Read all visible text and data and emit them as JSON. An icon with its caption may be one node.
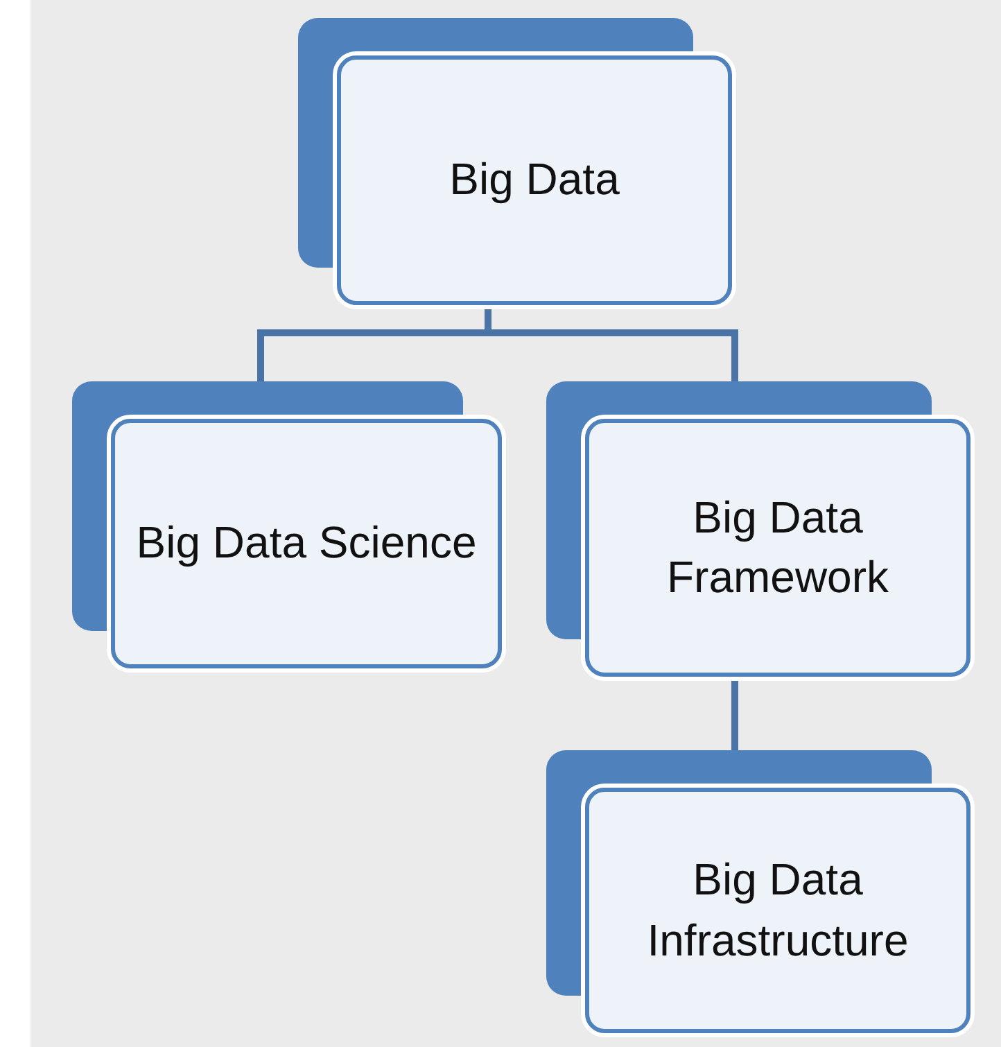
{
  "diagram": {
    "nodes": [
      {
        "text": [
          "Big Data"
        ]
      },
      {
        "text": [
          "Big Data Science"
        ]
      },
      {
        "text": [
          "Big Data Framework"
        ]
      },
      {
        "text": [
          "Big Data Infrastructure"
        ]
      }
    ],
    "edges": [
      {
        "from": 0,
        "to": 1,
        "arrow": "none"
      },
      {
        "from": 0,
        "to": 2,
        "arrow": "none"
      },
      {
        "from": 2,
        "to": 3,
        "arrow": "none"
      }
    ]
  }
}
